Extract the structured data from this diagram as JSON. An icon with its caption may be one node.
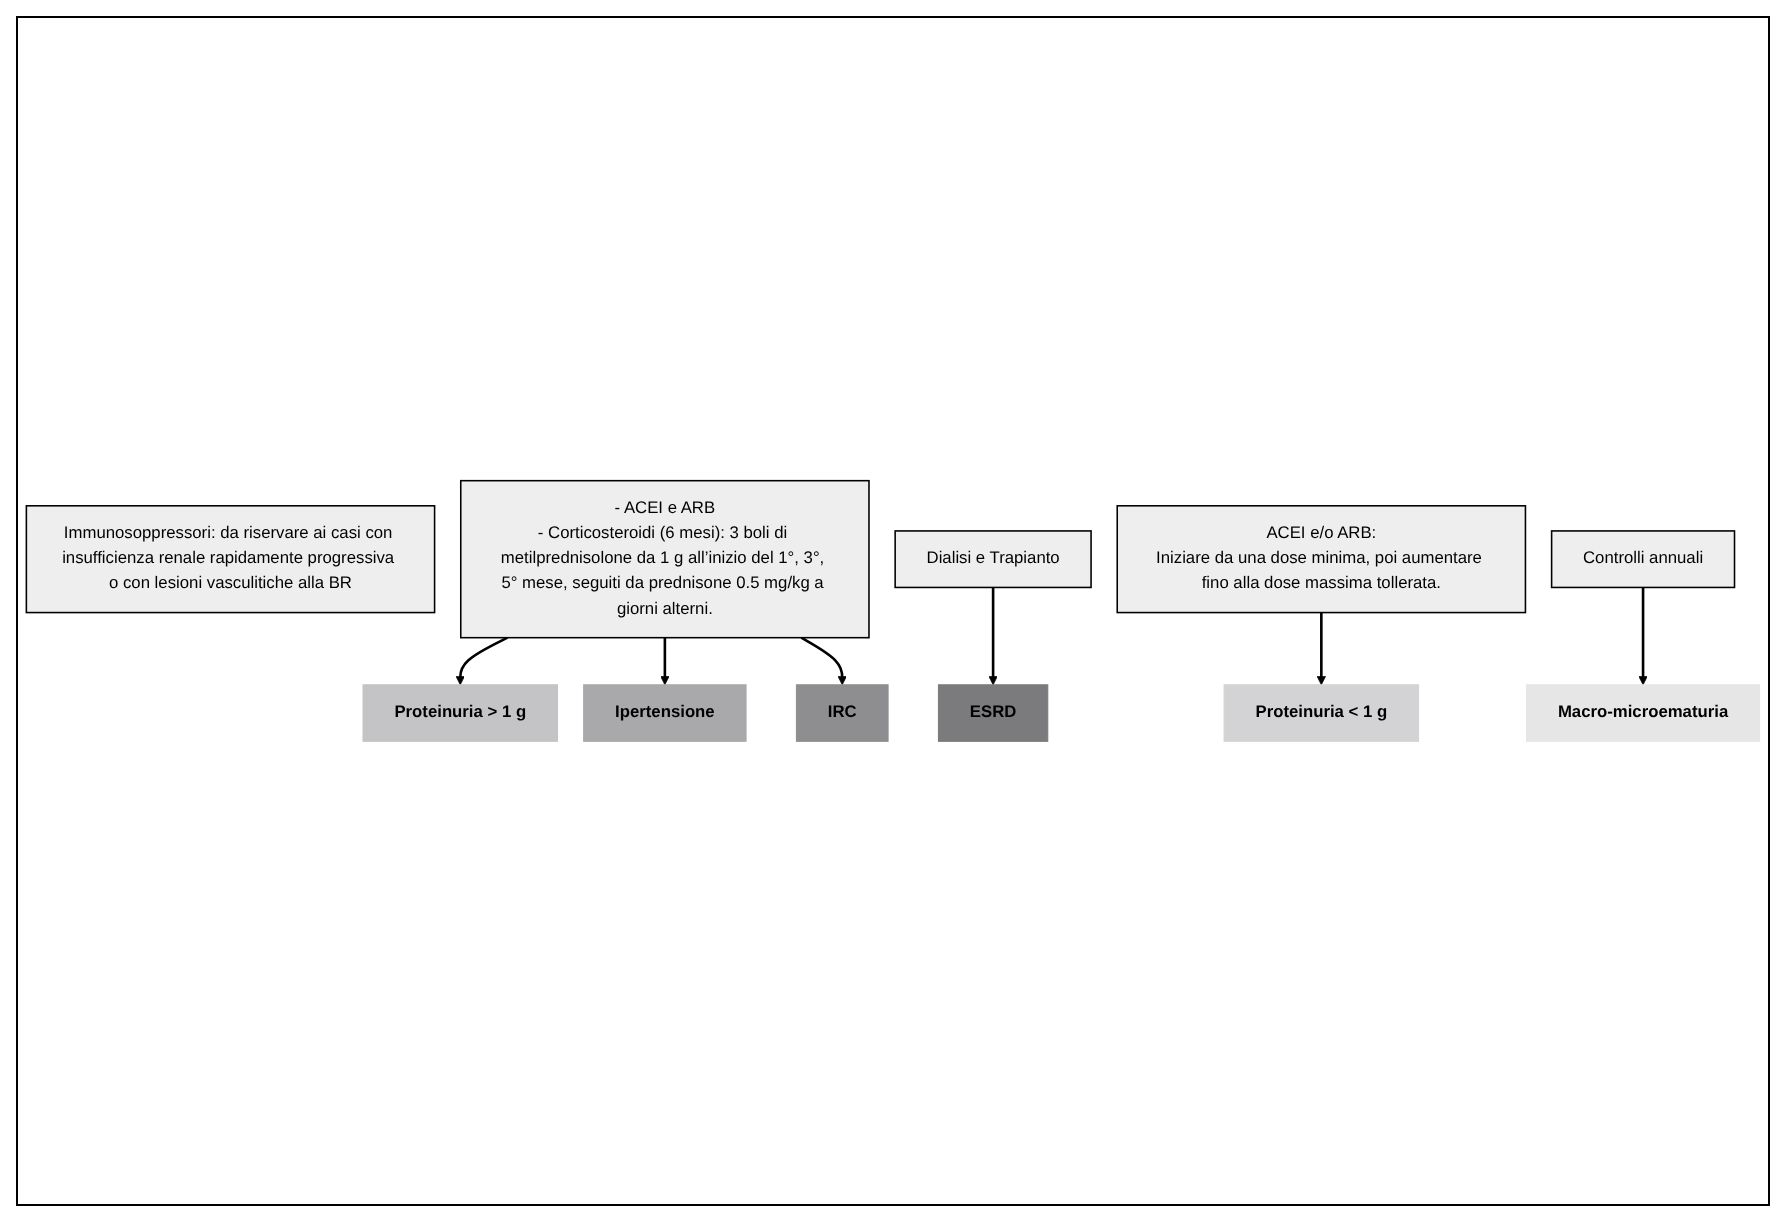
{
  "diagram": {
    "nodes": [
      {
        "text": [
          "Immunosoppressori: da riservare ai casi con insufficienza renale rapidamente progressiva o con lesioni vasculitiche alla BR"
        ]
      },
      {
        "text": [
          "- ACEI e ARB",
          "- Corticosteroidi (6 mesi): 3 boli di metilprednisolone da 1 g all’inizio del 1°, 3°, 5° mese, seguiti da prednisone 0.5 mg/kg a giorni alterni."
        ]
      },
      {
        "text": [
          "Dialisi e Trapianto"
        ]
      },
      {
        "text": [
          "ACEI e/o ARB:",
          "Iniziare da una dose minima, poi aumentare fino alla dose massima tollerata."
        ]
      },
      {
        "text": [
          "Controlli annuali"
        ]
      },
      {
        "text": [
          "ESRD"
        ]
      },
      {
        "text": [
          "IRC"
        ]
      },
      {
        "text": [
          "Ipertensione"
        ]
      },
      {
        "text": [
          "Proteinuria > 1 g"
        ]
      },
      {
        "text": [
          "Proteinuria < 1 g"
        ]
      },
      {
        "text": [
          "Macro-microematuria"
        ]
      }
    ],
    "edges": [
      {
        "from": 4,
        "to": 10,
        "arrow": "to"
      },
      {
        "from": 3,
        "to": 9,
        "arrow": "to"
      },
      {
        "from": 1,
        "to": 8,
        "arrow": "to"
      },
      {
        "from": 1,
        "to": 7,
        "arrow": "to"
      },
      {
        "from": 1,
        "to": 6,
        "arrow": "to"
      },
      {
        "from": 2,
        "to": 5,
        "arrow": "to"
      }
    ]
  }
}
